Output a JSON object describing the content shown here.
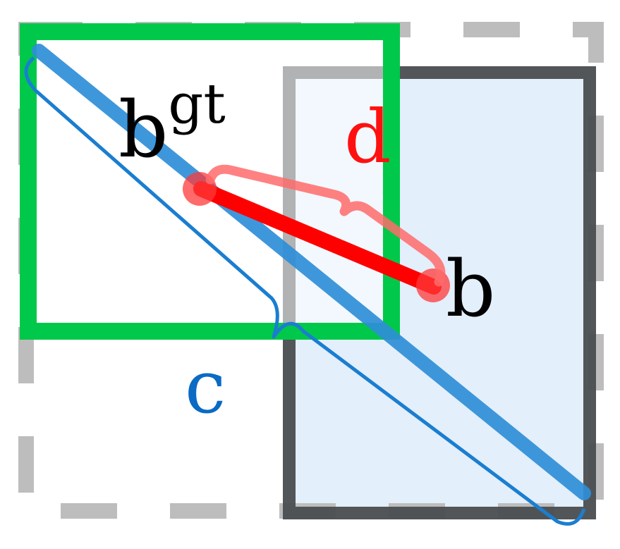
{
  "labels": {
    "ground_truth_base": "b",
    "ground_truth_sup": "gt",
    "predicted": "b",
    "center_distance": "d",
    "enclosing_diagonal": "c"
  },
  "colors": {
    "ground_truth_box": "#00c84a",
    "predicted_box": "#4a4d4f",
    "predicted_fill": "#e3effb",
    "enclosing_box": "#bdbdbd",
    "diagonal": "#2f8fd8",
    "diagonal_brace": "#1a7ed0",
    "distance": "#ff0000",
    "distance_brace": "#ff6b6b",
    "label_c": "#0a6ac4",
    "label_d": "#ff1010",
    "text": "#000000"
  }
}
